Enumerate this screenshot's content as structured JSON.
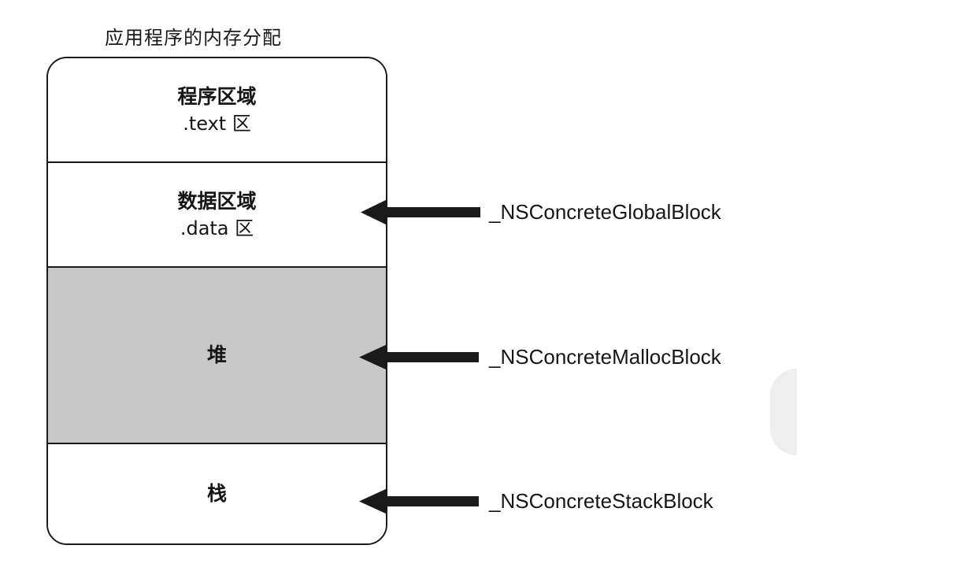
{
  "title": "应用程序的内存分配",
  "regions": [
    {
      "name": "程序区域",
      "sub": ".text 区"
    },
    {
      "name": "数据区域",
      "sub": ".data 区"
    },
    {
      "name": "堆",
      "sub": ""
    },
    {
      "name": "栈",
      "sub": ""
    }
  ],
  "blocks": {
    "global": "_NSConcreteGlobalBlock",
    "malloc": "_NSConcreteMallocBlock",
    "stack": "_NSConcreteStackBlock"
  },
  "colors": {
    "heap_fill": "#c8c8c8",
    "stroke": "#1a1a1a"
  }
}
